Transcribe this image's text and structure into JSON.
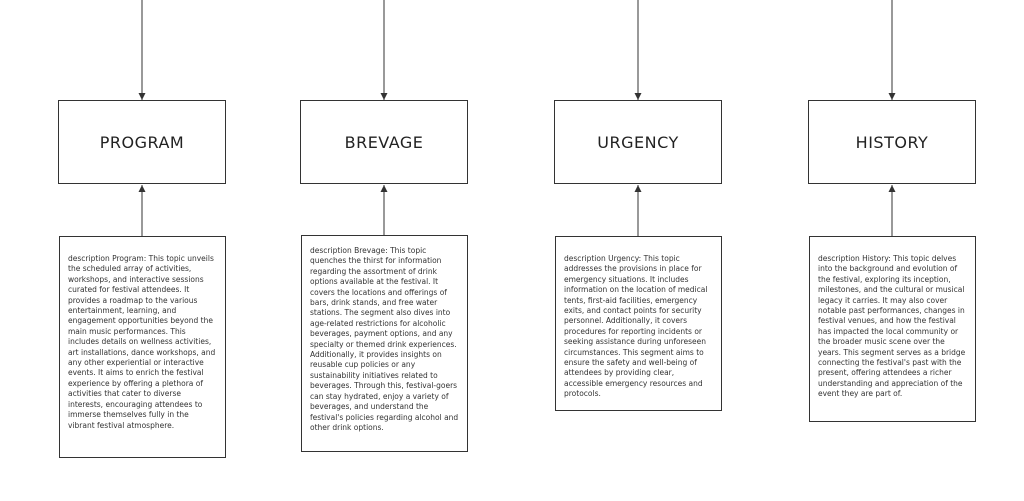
{
  "colors": {
    "stroke": "#333333",
    "background": "#ffffff"
  },
  "topics": [
    {
      "title": "PROGRAM",
      "description": "description Program:  This topic unveils the scheduled array of activities, workshops, and interactive sessions curated for festival attendees. It provides a roadmap to the various entertainment, learning, and engagement opportunities beyond the main music performances. This includes details on wellness activities, art installations, dance workshops, and any other experiential or interactive events. It aims to enrich the festival experience by offering a plethora of activities that cater to diverse interests, encouraging attendees to immerse themselves fully in the vibrant festival atmosphere."
    },
    {
      "title": "BREVAGE",
      "description": "description Brevage: This topic quenches the thirst for information regarding the assortment of drink options available at the festival. It covers the locations and offerings of bars, drink stands, and free water stations. The segment also dives into age-related restrictions for alcoholic beverages, payment options, and any specialty or themed drink experiences. Additionally, it provides insights on reusable cup policies or any sustainability initiatives related to beverages. Through this, festival-goers can stay hydrated, enjoy a variety of beverages, and understand the festival's policies regarding alcohol and other drink options."
    },
    {
      "title": "URGENCY",
      "description": "description Urgency: This topic addresses the provisions in place for emergency situations. It includes information on the location of medical tents, first-aid facilities, emergency exits, and contact points for security personnel. Additionally, it covers procedures for reporting incidents or seeking assistance during unforeseen circumstances. This segment aims to ensure the safety and well-being of attendees by providing clear, accessible emergency resources and protocols."
    },
    {
      "title": "HISTORY",
      "description": "description History: This topic delves into the background and evolution of the festival, exploring its inception, milestones, and the cultural or musical legacy it carries. It may also cover notable past performances, changes in festival venues, and how the festival has impacted the local community or the broader music scene over the years. This segment serves as a bridge connecting the festival's past with the present, offering attendees a richer understanding and appreciation of the event they are part of."
    }
  ]
}
